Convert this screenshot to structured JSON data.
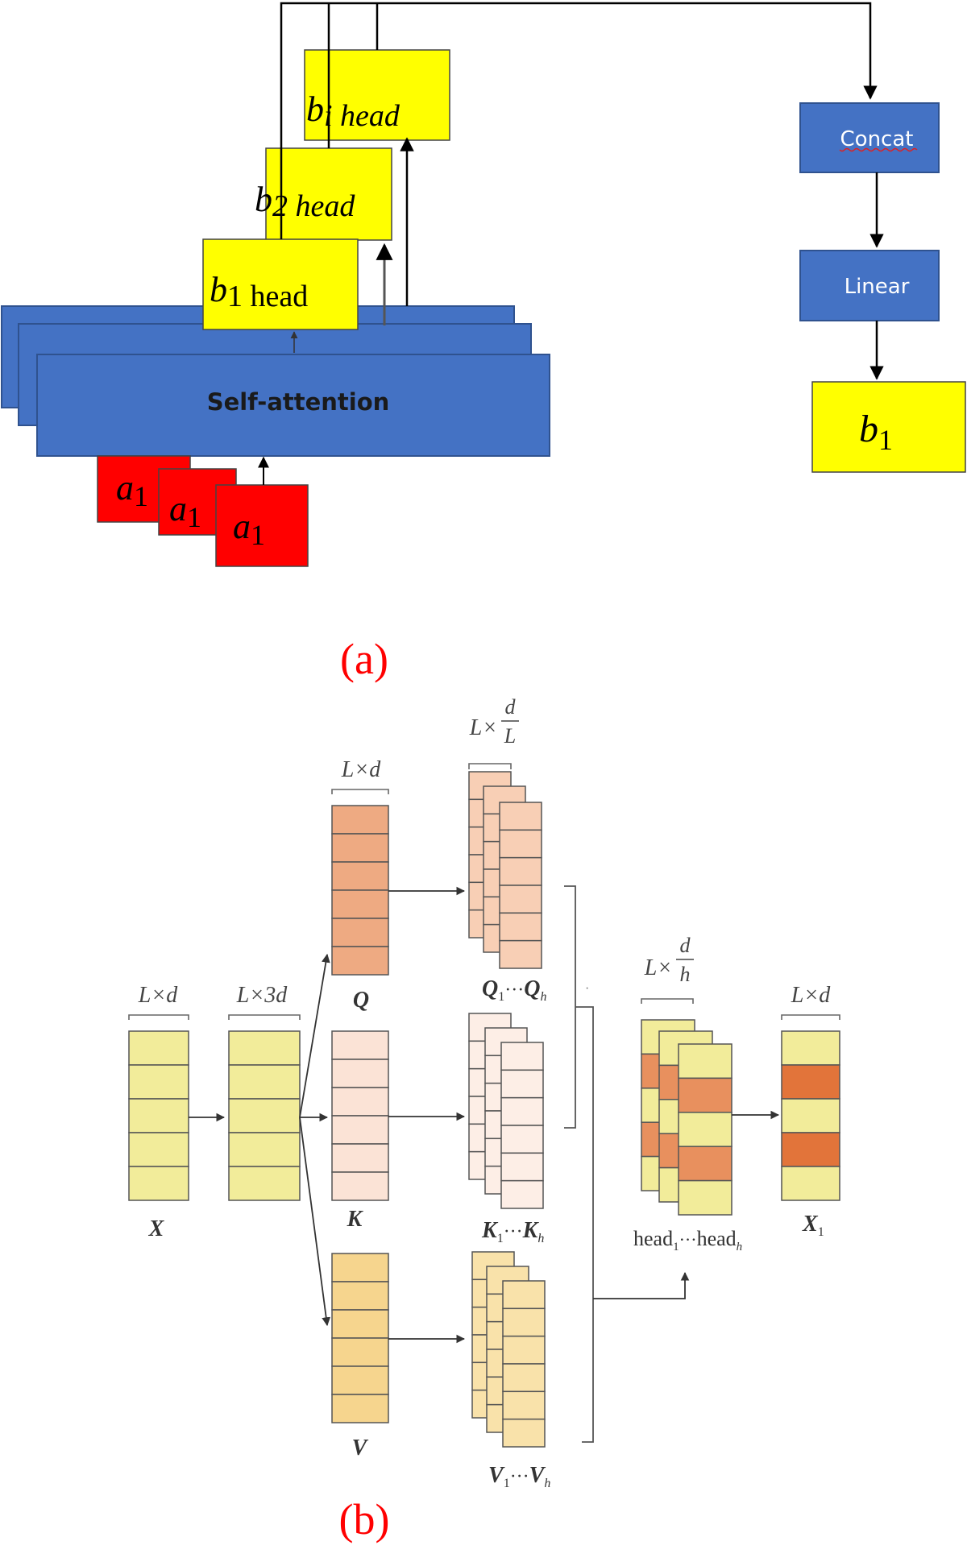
{
  "panel_a": {
    "caption": "(a)",
    "self_attention_label": "Self-attention",
    "inputs": [
      {
        "base": "a",
        "sub": "1"
      },
      {
        "base": "a",
        "sub": "1"
      },
      {
        "base": "a",
        "sub": "1"
      }
    ],
    "heads": [
      {
        "base": "b",
        "sub": "1 head"
      },
      {
        "base": "b",
        "sub": "2 head"
      },
      {
        "base": "b",
        "sub": "i head"
      }
    ],
    "concat_label": "Concat",
    "linear_label": "Linear",
    "output": {
      "base": "b",
      "sub": "1"
    },
    "colors": {
      "blue": "#4472c4",
      "yellow": "#ffff00",
      "red": "#ff0000"
    }
  },
  "panel_b": {
    "caption": "(b)",
    "dims": {
      "x": "L×d",
      "qkv": "L×3d",
      "q": "L×d",
      "split_prefix": "L×",
      "split_num": "d",
      "split_den": "L",
      "heads_prefix": "L×",
      "heads_num": "d",
      "heads_den": "h",
      "out": "L×d"
    },
    "labels": {
      "x": "X",
      "q": "Q",
      "k": "K",
      "v": "V",
      "q_split": {
        "a": "Q",
        "a_sub": "1",
        "dots": "···",
        "b": "Q",
        "b_sub": "h"
      },
      "k_split": {
        "a": "K",
        "a_sub": "1",
        "dots": "···",
        "b": "K",
        "b_sub": "h"
      },
      "v_split": {
        "a": "V",
        "a_sub": "1",
        "dots": "···",
        "b": "V",
        "b_sub": "h"
      },
      "heads": {
        "a": "head",
        "a_sub": "1",
        "dots": "···",
        "b": "head",
        "b_sub": "h"
      },
      "out": {
        "a": "X",
        "a_sub": "1"
      }
    },
    "colors": {
      "x_fill": "#f2ec9a",
      "q_fill": "#eeaa82",
      "k_fill": "#fbe3d6",
      "v_fill": "#f6d58e",
      "qs_fill": "#f8cfb5",
      "ks_fill": "#fdeee6",
      "vs_fill": "#f9e2aa",
      "head_orange": "#e8905e",
      "out_orange": "#e2743a"
    }
  }
}
